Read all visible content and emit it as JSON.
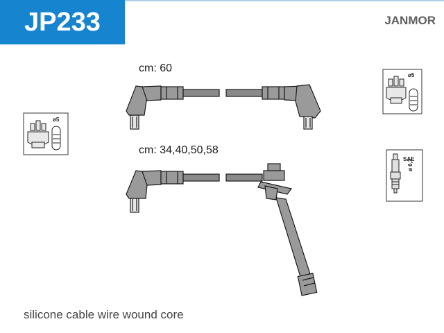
{
  "header": {
    "part_number": "JP233",
    "brand": "JANMOR",
    "accent_color": "#1784d0",
    "line_color": "#aecfe8"
  },
  "cables": {
    "coil_lead_length": "cm: 60",
    "plug_lead_lengths": "cm: 34,40,50,58"
  },
  "icons": {
    "distributor_left": {
      "name": "distributor-cap-icon",
      "diameter": "ø5"
    },
    "distributor_right": {
      "name": "distributor-cap-icon",
      "diameter": "ø5"
    },
    "spark_plug": {
      "name": "spark-plug-icon",
      "type": "SAE",
      "diameter": "ø 6,3"
    }
  },
  "footer": {
    "description": "silicone cable wire wound core"
  }
}
